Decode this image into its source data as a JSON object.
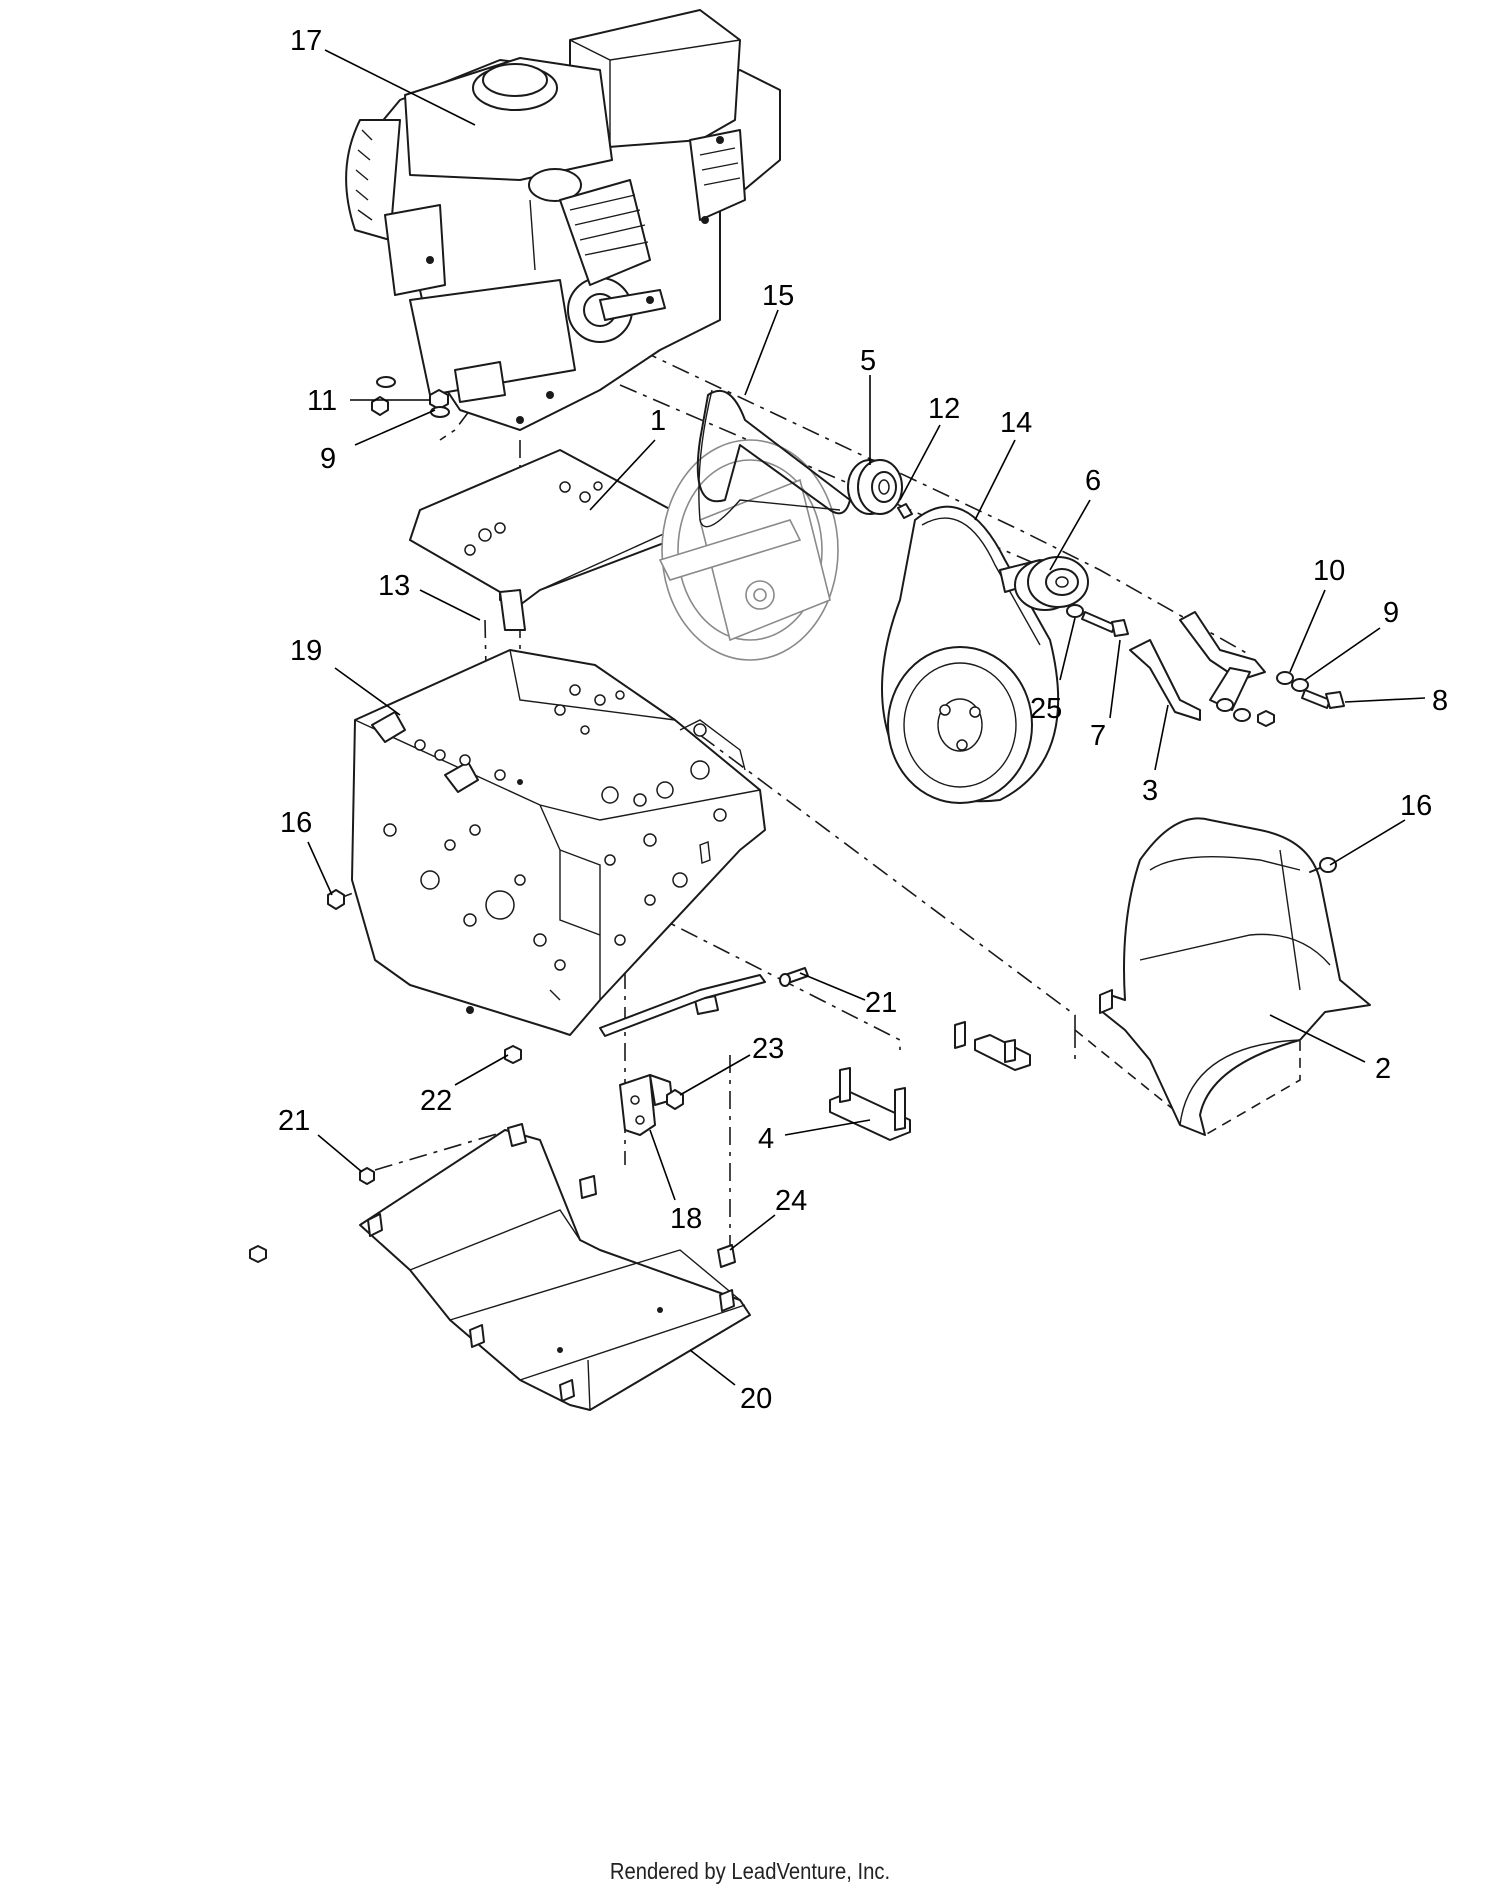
{
  "callouts": [
    {
      "id": "17",
      "label": "17"
    },
    {
      "id": "15",
      "label": "15"
    },
    {
      "id": "5",
      "label": "5"
    },
    {
      "id": "12",
      "label": "12"
    },
    {
      "id": "14",
      "label": "14"
    },
    {
      "id": "6",
      "label": "6"
    },
    {
      "id": "10",
      "label": "10"
    },
    {
      "id": "9b",
      "label": "9"
    },
    {
      "id": "8",
      "label": "8"
    },
    {
      "id": "25",
      "label": "25"
    },
    {
      "id": "7",
      "label": "7"
    },
    {
      "id": "3",
      "label": "3"
    },
    {
      "id": "11",
      "label": "11"
    },
    {
      "id": "9a",
      "label": "9"
    },
    {
      "id": "1",
      "label": "1"
    },
    {
      "id": "13",
      "label": "13"
    },
    {
      "id": "19",
      "label": "19"
    },
    {
      "id": "16a",
      "label": "16"
    },
    {
      "id": "16b",
      "label": "16"
    },
    {
      "id": "2",
      "label": "2"
    },
    {
      "id": "21a",
      "label": "21"
    },
    {
      "id": "23",
      "label": "23"
    },
    {
      "id": "22",
      "label": "22"
    },
    {
      "id": "4",
      "label": "4"
    },
    {
      "id": "21b",
      "label": "21"
    },
    {
      "id": "18",
      "label": "18"
    },
    {
      "id": "24",
      "label": "24"
    },
    {
      "id": "20",
      "label": "20"
    }
  ],
  "footer": "Rendered by LeadVenture, Inc."
}
